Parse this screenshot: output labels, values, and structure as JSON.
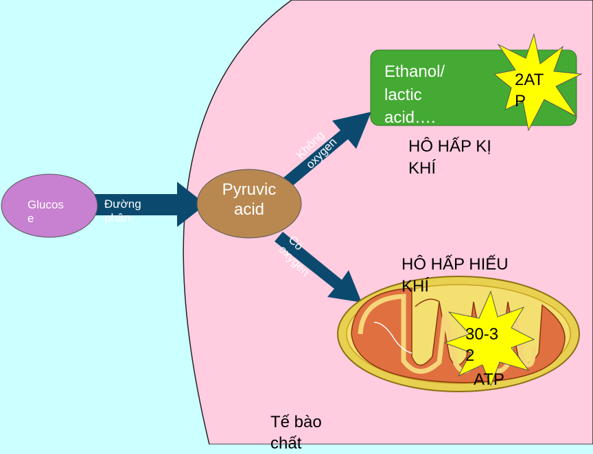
{
  "glucose_label": "Glucos\ne",
  "glycolysis_label": "Đường\nphân",
  "pyruvic_label": "Pyruvic\nacid",
  "no_oxygen_label": "Không\noxygen",
  "oxygen_label": "Có\noxygen",
  "ethanol_label": "Ethanol/\n lactic\nacid….",
  "anaerobic_atp": "2AT\nP",
  "anaerobic_title": "HÔ HẤP KỊ\nKHÍ",
  "aerobic_title": "HÔ HẤP HIẾU\nKHÍ",
  "aerobic_atp_num": "30-3\n2",
  "aerobic_atp_unit": "ATP",
  "cytoplasm_label": "Tế bào\nchất",
  "colors": {
    "background": "#ccffff",
    "cell": "#ffcce0",
    "glucose": "#c880d0",
    "pyruvic": "#b88850",
    "arrow": "#0b4a6e",
    "ethanol_box": "#44aa33",
    "star": "#ffff00",
    "mito_outer": "#e8d050",
    "mito_inner": "#e07040"
  }
}
